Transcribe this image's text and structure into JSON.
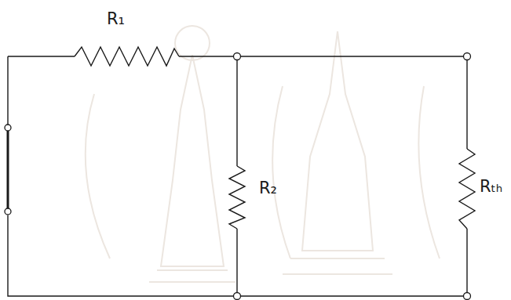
{
  "diagram": {
    "labels": [
      "R₁",
      "R₂",
      "Rₜₕ"
    ]
  }
}
